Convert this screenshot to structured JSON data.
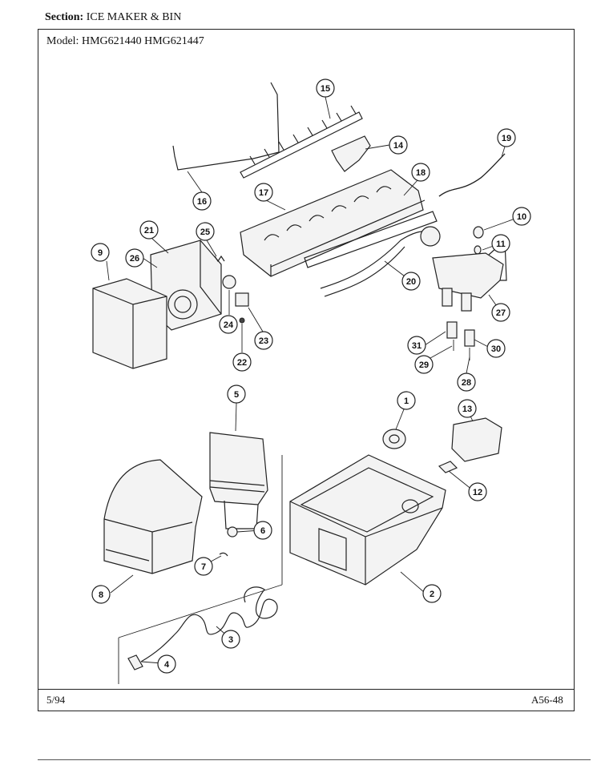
{
  "header": {
    "section_label": "Section:",
    "section_value": "ICE MAKER & BIN"
  },
  "model": {
    "label": "Model:",
    "numbers": "HMG621440  HMG621447"
  },
  "footer": {
    "date": "5/94",
    "page_code": "A56-48"
  },
  "callouts": [
    "1",
    "2",
    "3",
    "4",
    "5",
    "6",
    "7",
    "8",
    "9",
    "10",
    "11",
    "12",
    "13",
    "14",
    "15",
    "16",
    "17",
    "18",
    "19",
    "20",
    "21",
    "22",
    "23",
    "24",
    "25",
    "26",
    "27",
    "28",
    "29",
    "30",
    "31"
  ]
}
